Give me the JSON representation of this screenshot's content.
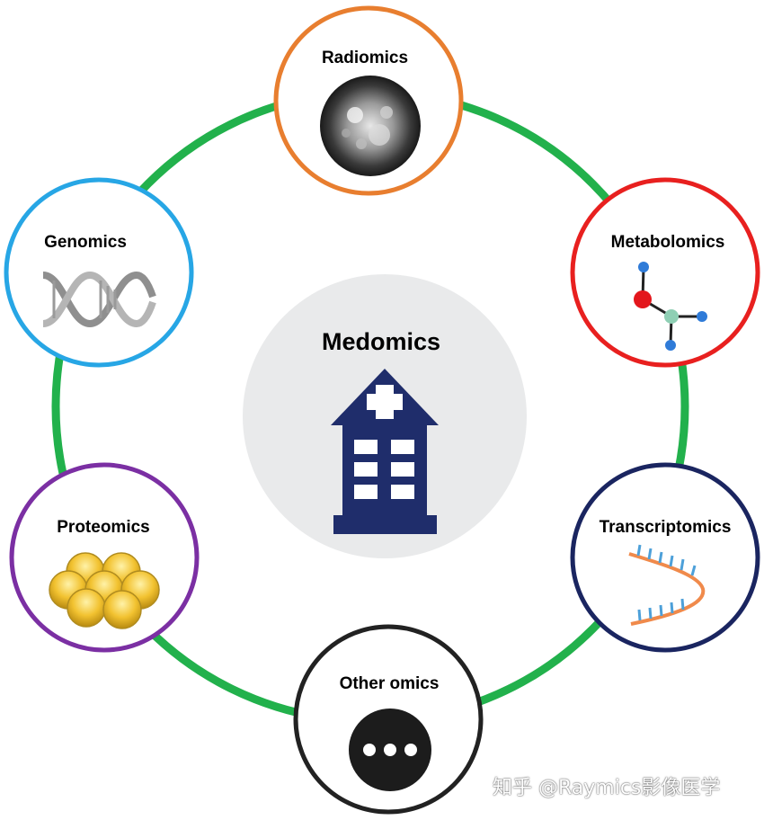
{
  "center": {
    "title": "Medomics",
    "icon": "hospital-icon",
    "color": "#1f2d6b"
  },
  "ring_color": "#22b14c",
  "nodes": [
    {
      "id": "radiomics",
      "label": "Radiomics",
      "color": "#e87e2f",
      "icon": "radiology-scan-icon"
    },
    {
      "id": "metabolomics",
      "label": "Metabolomics",
      "color": "#e8201f",
      "icon": "molecule-icon"
    },
    {
      "id": "transcriptomics",
      "label": "Transcriptomics",
      "color": "#1a2560",
      "icon": "rna-strand-icon"
    },
    {
      "id": "other-omics",
      "label": "Other omics",
      "color": "#222222",
      "icon": "more-dots-icon"
    },
    {
      "id": "proteomics",
      "label": "Proteomics",
      "color": "#7b2fa3",
      "icon": "protein-cluster-icon"
    },
    {
      "id": "genomics",
      "label": "Genomics",
      "color": "#27a6e5",
      "icon": "dna-icon"
    }
  ],
  "watermark": "知乎 @Raymics影像医学"
}
